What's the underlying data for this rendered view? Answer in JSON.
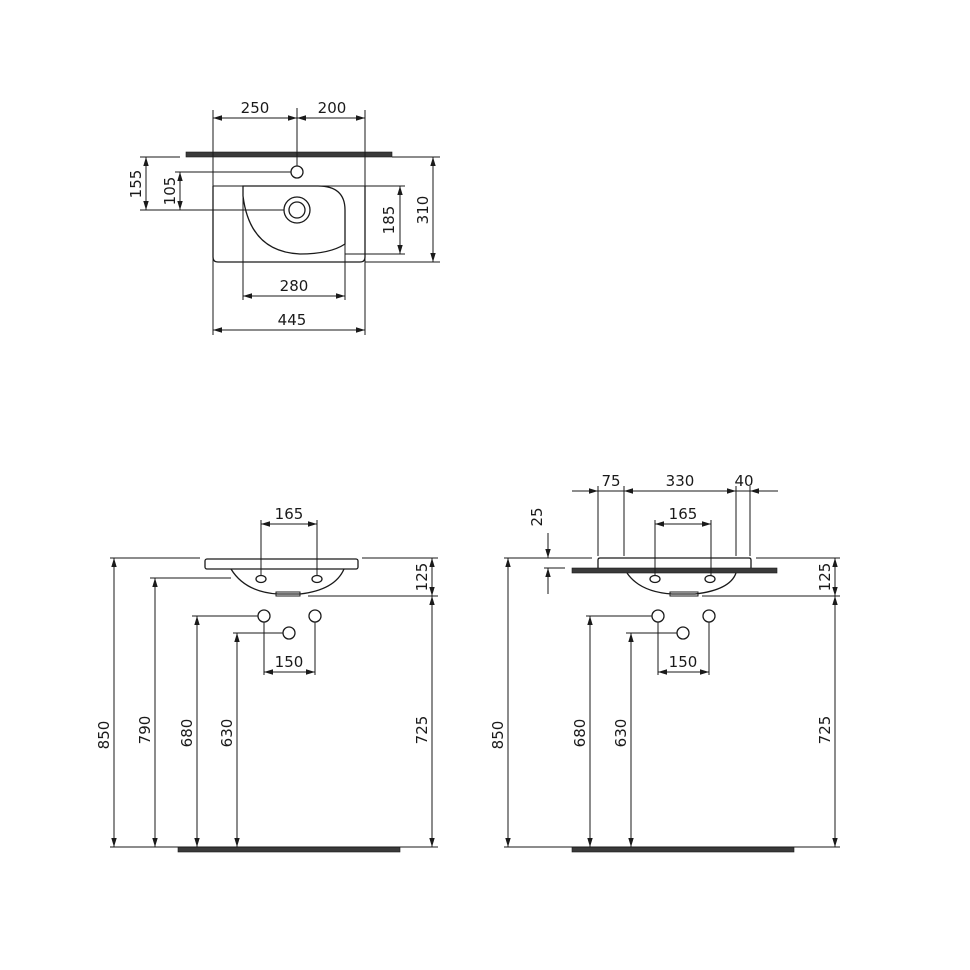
{
  "drawing": {
    "colors": {
      "line": "#1a1a1a",
      "wall": "#3a3a3a",
      "background": "#ffffff"
    },
    "top_view": {
      "dimensions": {
        "left_to_tap": "250",
        "tap_to_right": "200",
        "wall_to_tap_hole": "155",
        "tap_to_drain": "105",
        "bowl_depth": "185",
        "total_depth": "310",
        "bowl_width": "280",
        "total_width": "445"
      }
    },
    "front_view": {
      "dimensions": {
        "tap_spacing_top": "165",
        "basin_height": "125",
        "supply_spacing": "150",
        "rim_height": "850",
        "drain_outlet_height": "790",
        "supply_height": "680",
        "waste_height": "630",
        "below_basin_height": "725"
      }
    },
    "side_view": {
      "dimensions": {
        "left_overhang": "75",
        "middle_span": "330",
        "right_overhang": "40",
        "top_thickness": "25",
        "tap_spacing_top": "165",
        "basin_height": "125",
        "supply_spacing": "150",
        "rim_height": "850",
        "supply_height": "680",
        "waste_height": "630",
        "below_basin_height": "725"
      }
    }
  }
}
